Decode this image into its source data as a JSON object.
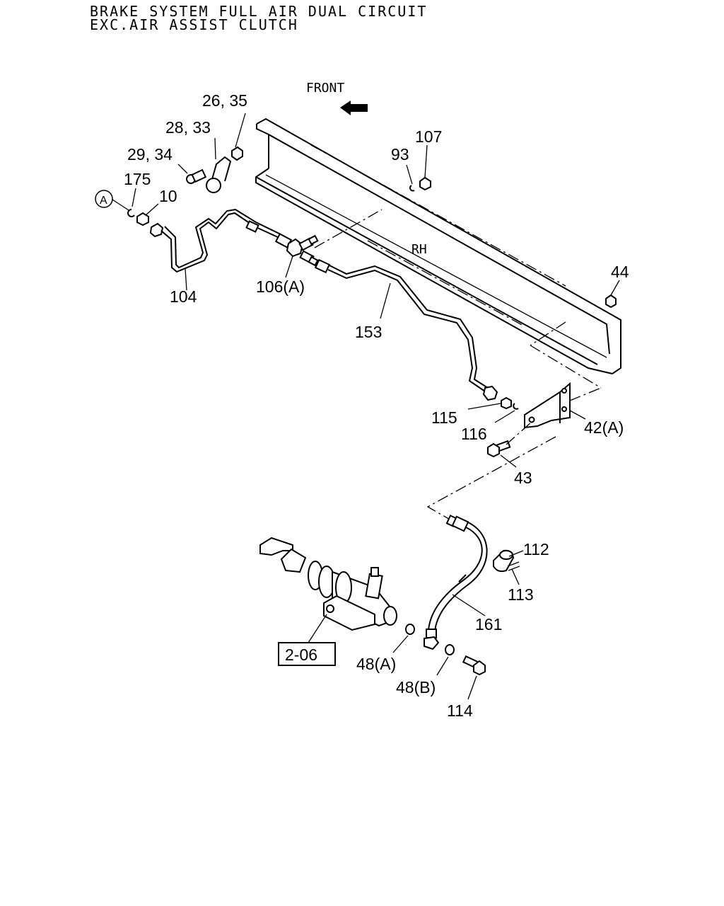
{
  "title": {
    "line1": "BRAKE SYSTEM FULL AIR DUAL CIRCUIT",
    "line2": "EXC.AIR ASSIST CLUTCH"
  },
  "direction": {
    "label": "FRONT"
  },
  "side": {
    "label": "RH"
  },
  "reference": {
    "circle": "A",
    "box": "2-06"
  },
  "callouts": {
    "c26_35": "26, 35",
    "c28_33": "28, 33",
    "c29_34": "29, 34",
    "c175": "175",
    "c10": "10",
    "c104": "104",
    "c106a": "106(A)",
    "c153": "153",
    "c93": "93",
    "c107": "107",
    "c44": "44",
    "c115": "115",
    "c116": "116",
    "c42a": "42(A)",
    "c43": "43",
    "c112": "112",
    "c113": "113",
    "c161": "161",
    "c48a": "48(A)",
    "c48b": "48(B)",
    "c114": "114"
  }
}
